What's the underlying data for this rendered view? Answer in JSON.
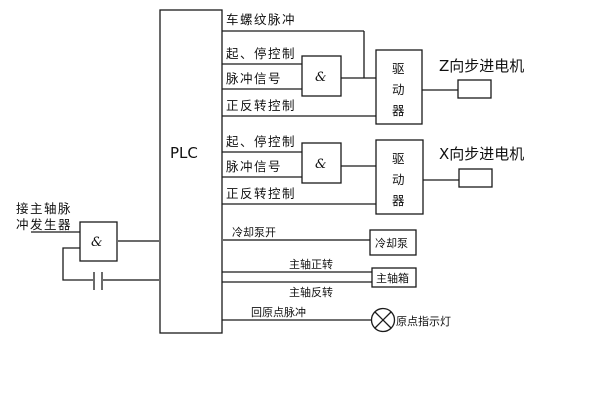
{
  "plc": {
    "label": "PLC"
  },
  "signals": {
    "thread_pulse": "车螺纹脉冲",
    "z_start_stop": "起、停控制",
    "z_pulse": "脉冲信号",
    "z_direction": "正反转控制",
    "x_start_stop": "起、停控制",
    "x_pulse": "脉冲信号",
    "x_direction": "正反转控制",
    "coolant_on": "冷却泵开",
    "spindle_forward": "主轴正转",
    "spindle_reverse": "主轴反转",
    "home_pulse": "回原点脉冲"
  },
  "gates": {
    "and_symbol": "&"
  },
  "drivers": {
    "z_driver_chars": [
      "驱",
      "动",
      "器"
    ],
    "x_driver_chars": [
      "驱",
      "动",
      "器"
    ]
  },
  "motors": {
    "z_motor": "Z向步进电机",
    "x_motor": "X向步进电机"
  },
  "devices": {
    "coolant_pump": "冷却泵",
    "spindle_box": "主轴箱",
    "home_lamp": "原点指示灯"
  },
  "input": {
    "line1": "接主轴脉",
    "line2": "冲发生器"
  },
  "colors": {
    "line": "#1a1a1a",
    "gray_line": "#6b6b6b",
    "background": "#ffffff"
  }
}
